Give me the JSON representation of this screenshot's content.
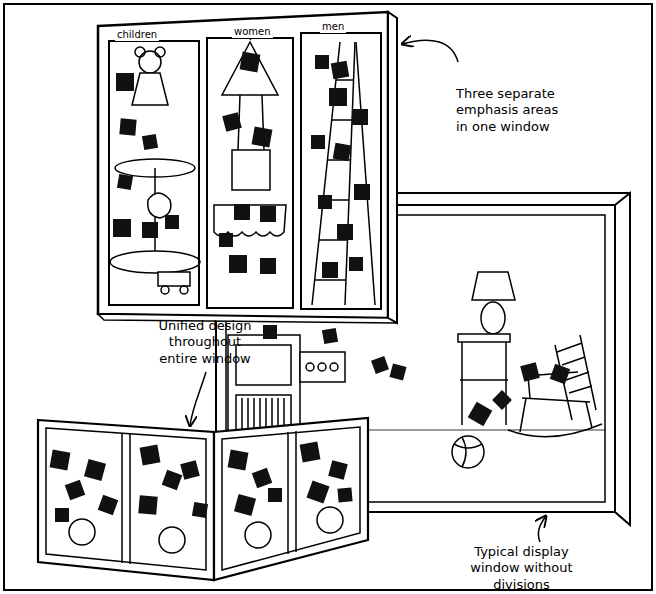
{
  "diagram": {
    "nodes": [
      {
        "text": [
          "children"
        ]
      },
      {
        "text": [
          "women"
        ]
      },
      {
        "text": [
          "men"
        ]
      }
    ],
    "labels": [
      "Three separate emphasis areas in one window",
      "Unified design throughout entire window",
      "Typical display window without divisions"
    ]
  }
}
